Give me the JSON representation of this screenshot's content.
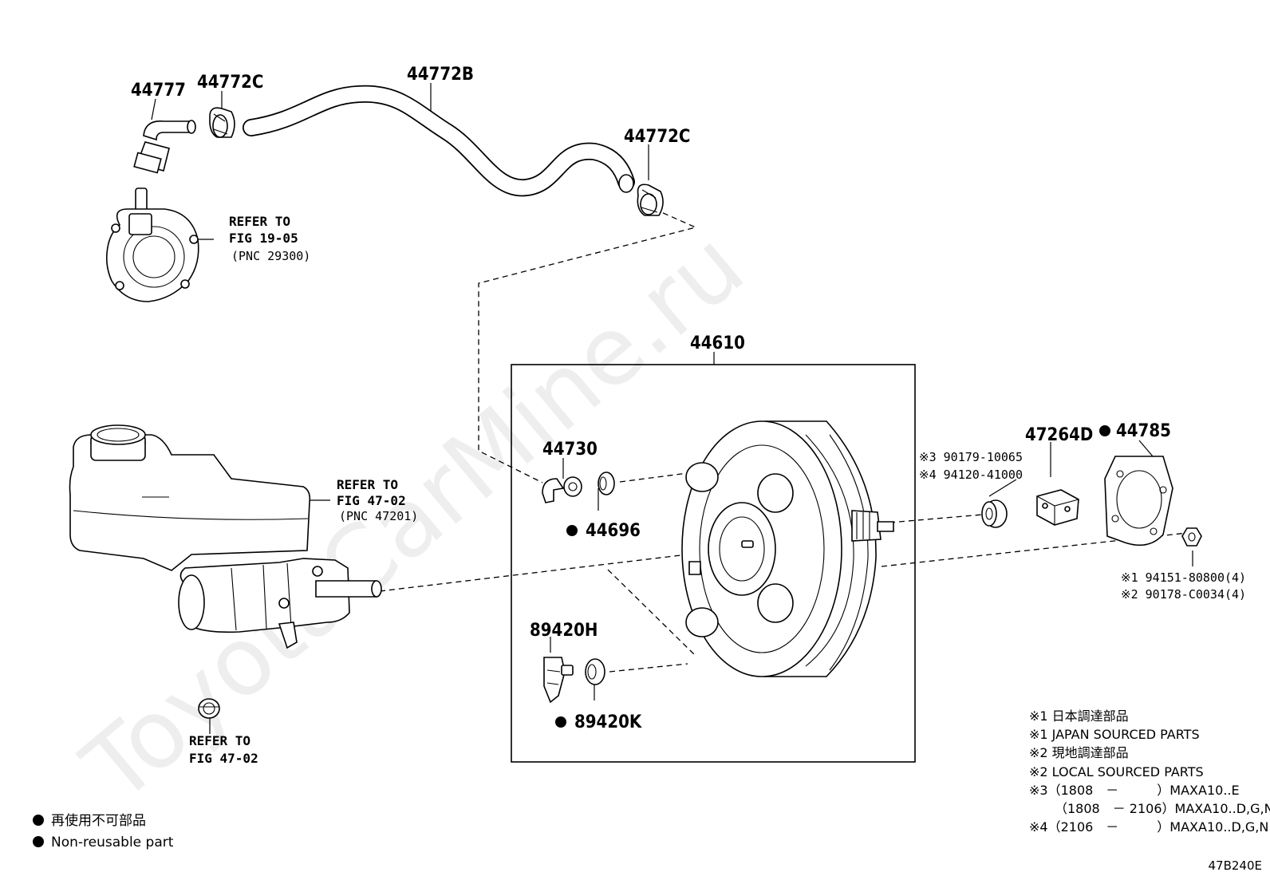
{
  "watermark": "ToyotaCarMine.ru",
  "part_labels": {
    "p44777": "44777",
    "p44772c_top": "44772C",
    "p44772b": "44772B",
    "p44772c_right": "44772C",
    "p44610": "44610",
    "p44730": "44730",
    "p44696": "44696",
    "p89420h": "89420H",
    "p89420k": "89420K",
    "p47264d": "47264D",
    "p44785": "44785",
    "n3_code": "※3 90179-10065",
    "n4_code": "※4 94120-41000",
    "n1_nut": "※1 94151-80800(4)",
    "n2_nut": "※2 90178-C0034(4)"
  },
  "references": {
    "vacuum_pump": {
      "line1": "REFER TO",
      "line2": "FIG 19-05",
      "line3": "(PNC 29300)"
    },
    "reservoir": {
      "line1": "REFER TO",
      "line2": "FIG 47-02",
      "line3": "(PNC 47201)"
    },
    "grommet": {
      "line1": "REFER TO",
      "line2": "FIG 47-02"
    }
  },
  "notes": [
    "※1 日本調達部品",
    "※1 JAPAN SOURCED PARTS",
    "※2 現地調達部品",
    "※2 LOCAL SOURCED PARTS",
    "※3（1808　－　　　）MAXA10..E",
    "（1808　－ 2106）MAXA10..D,G,N",
    "※4（2106　－　　　）MAXA10..D,G,N"
  ],
  "legend": {
    "jp": "再使用不可部品",
    "en": "Non-reusable part"
  },
  "figure_id": "47B240E",
  "colors": {
    "ink": "#000000",
    "watermark": "#eeeeee",
    "background": "#ffffff"
  }
}
